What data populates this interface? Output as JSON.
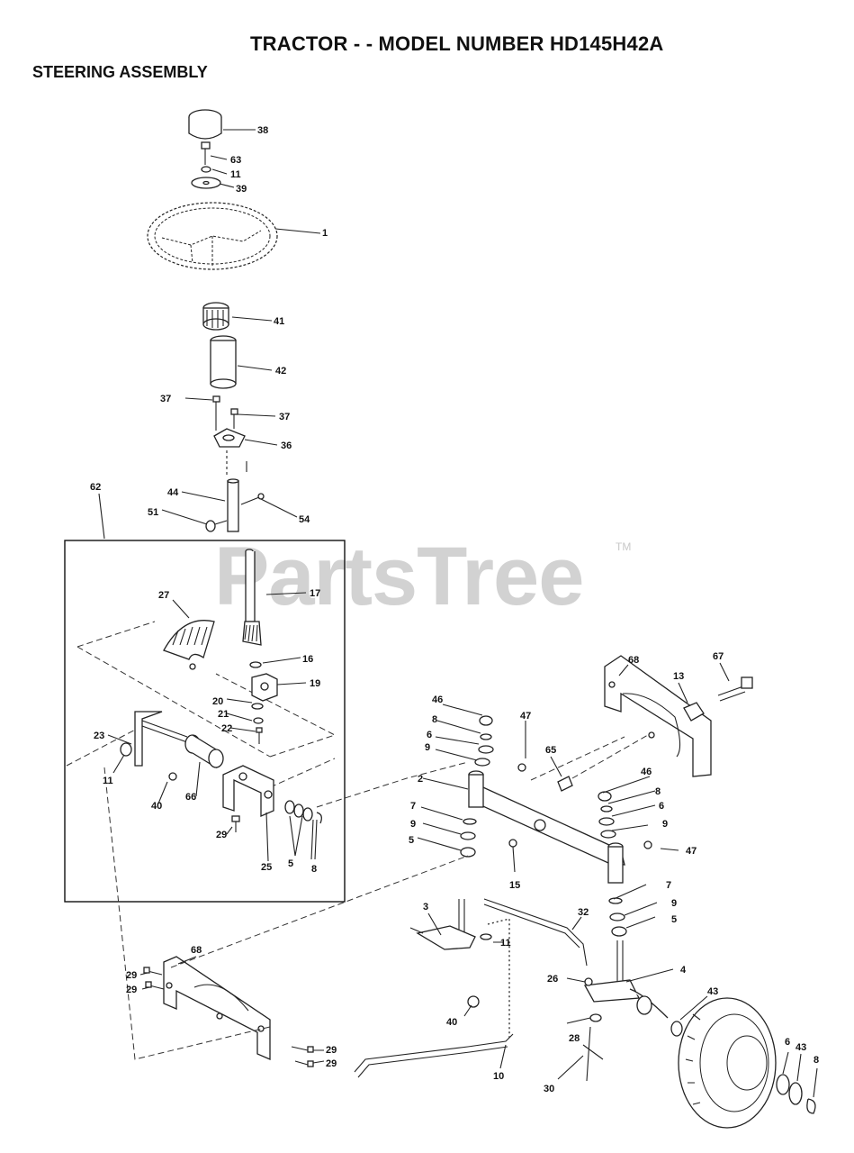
{
  "header": {
    "title": "TRACTOR - - MODEL NUMBER HD145H42A",
    "subtitle": "STEERING ASSEMBLY"
  },
  "watermark": {
    "text": "PartsTree",
    "mark": "TM"
  },
  "callouts": [
    {
      "id": "c-38",
      "text": "38"
    },
    {
      "id": "c-63",
      "text": "63"
    },
    {
      "id": "c-11a",
      "text": "11"
    },
    {
      "id": "c-39",
      "text": "39"
    },
    {
      "id": "c-1",
      "text": "1"
    },
    {
      "id": "c-41",
      "text": "41"
    },
    {
      "id": "c-42",
      "text": "42"
    },
    {
      "id": "c-37a",
      "text": "37"
    },
    {
      "id": "c-37b",
      "text": "37"
    },
    {
      "id": "c-36",
      "text": "36"
    },
    {
      "id": "c-62",
      "text": "62"
    },
    {
      "id": "c-44",
      "text": "44"
    },
    {
      "id": "c-51",
      "text": "51"
    },
    {
      "id": "c-54",
      "text": "54"
    },
    {
      "id": "c-17",
      "text": "17"
    },
    {
      "id": "c-27",
      "text": "27"
    },
    {
      "id": "c-16",
      "text": "16"
    },
    {
      "id": "c-19",
      "text": "19"
    },
    {
      "id": "c-20",
      "text": "20"
    },
    {
      "id": "c-21",
      "text": "21"
    },
    {
      "id": "c-22",
      "text": "22"
    },
    {
      "id": "c-23",
      "text": "23"
    },
    {
      "id": "c-11b",
      "text": "11"
    },
    {
      "id": "c-40a",
      "text": "40"
    },
    {
      "id": "c-66",
      "text": "66"
    },
    {
      "id": "c-29a",
      "text": "29"
    },
    {
      "id": "c-25",
      "text": "25"
    },
    {
      "id": "c-5a",
      "text": "5"
    },
    {
      "id": "c-8a",
      "text": "8"
    },
    {
      "id": "c-68a",
      "text": "68"
    },
    {
      "id": "c-67",
      "text": "67"
    },
    {
      "id": "c-13",
      "text": "13"
    },
    {
      "id": "c-46a",
      "text": "46"
    },
    {
      "id": "c-8b",
      "text": "8"
    },
    {
      "id": "c-6a",
      "text": "6"
    },
    {
      "id": "c-9a",
      "text": "9"
    },
    {
      "id": "c-47a",
      "text": "47"
    },
    {
      "id": "c-65",
      "text": "65"
    },
    {
      "id": "c-2",
      "text": "2"
    },
    {
      "id": "c-46b",
      "text": "46"
    },
    {
      "id": "c-8c",
      "text": "8"
    },
    {
      "id": "c-6b",
      "text": "6"
    },
    {
      "id": "c-9b",
      "text": "9"
    },
    {
      "id": "c-7a",
      "text": "7"
    },
    {
      "id": "c-9c",
      "text": "9"
    },
    {
      "id": "c-5b",
      "text": "5"
    },
    {
      "id": "c-15",
      "text": "15"
    },
    {
      "id": "c-47b",
      "text": "47"
    },
    {
      "id": "c-7b",
      "text": "7"
    },
    {
      "id": "c-9d",
      "text": "9"
    },
    {
      "id": "c-5c",
      "text": "5"
    },
    {
      "id": "c-3",
      "text": "3"
    },
    {
      "id": "c-32",
      "text": "32"
    },
    {
      "id": "c-11c",
      "text": "11"
    },
    {
      "id": "c-68b",
      "text": "68"
    },
    {
      "id": "c-29b",
      "text": "29"
    },
    {
      "id": "c-29c",
      "text": "29"
    },
    {
      "id": "c-26",
      "text": "26"
    },
    {
      "id": "c-4",
      "text": "4"
    },
    {
      "id": "c-43a",
      "text": "43"
    },
    {
      "id": "c-40b",
      "text": "40"
    },
    {
      "id": "c-29d",
      "text": "29"
    },
    {
      "id": "c-29e",
      "text": "29"
    },
    {
      "id": "c-28",
      "text": "28"
    },
    {
      "id": "c-10",
      "text": "10"
    },
    {
      "id": "c-30",
      "text": "30"
    },
    {
      "id": "c-6c",
      "text": "6"
    },
    {
      "id": "c-43b",
      "text": "43"
    },
    {
      "id": "c-8d",
      "text": "8"
    }
  ]
}
